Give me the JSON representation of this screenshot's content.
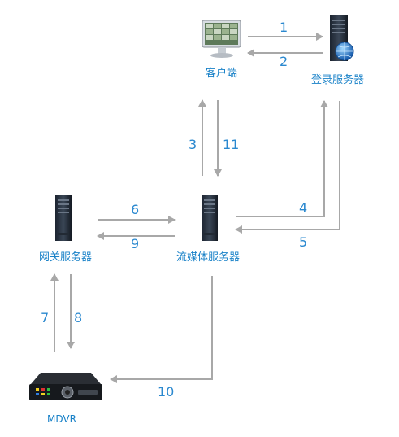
{
  "nodes": {
    "client": {
      "label": "客户端",
      "icon": "monitor-icon"
    },
    "login_server": {
      "label": "登录服务器",
      "icon": "server-globe-icon"
    },
    "gateway_server": {
      "label": "网关服务器",
      "icon": "server-icon"
    },
    "media_server": {
      "label": "流媒体服务器",
      "icon": "server-icon"
    },
    "mdvr": {
      "label": "MDVR",
      "icon": "dvr-device-icon"
    }
  },
  "steps": [
    "1",
    "2",
    "3",
    "4",
    "5",
    "6",
    "7",
    "8",
    "9",
    "10",
    "11"
  ],
  "colors": {
    "arrow": "#a8a8a8",
    "label": "#1a82c8",
    "number": "#2a88cf"
  }
}
